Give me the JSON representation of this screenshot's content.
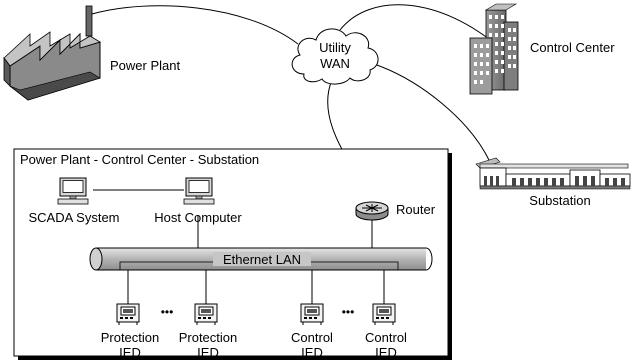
{
  "labels": {
    "power_plant": "Power Plant",
    "utility": "Utility",
    "wan": "WAN",
    "control_center": "Control Center",
    "substation": "Substation",
    "group_title": "Power Plant - Control Center - Substation",
    "scada": "SCADA System",
    "host": "Host Computer",
    "router": "Router",
    "lan": "Ethernet LAN",
    "ellipsis": "•••",
    "protection_ied_1_top": "Protection",
    "protection_ied_1_bottom": "IED",
    "protection_ied_2_top": "Protection",
    "protection_ied_2_bottom": "IED",
    "control_ied_1_top": "Control",
    "control_ied_1_bottom": "IED",
    "control_ied_2_top": "Control",
    "control_ied_2_bottom": "IED"
  },
  "icons": {
    "power_plant": "factory-icon",
    "wan": "cloud-icon",
    "control_center": "building-icon",
    "substation": "substation-icon",
    "scada": "computer-icon",
    "host": "computer-icon",
    "router": "router-icon",
    "ied": "ied-device-icon"
  }
}
